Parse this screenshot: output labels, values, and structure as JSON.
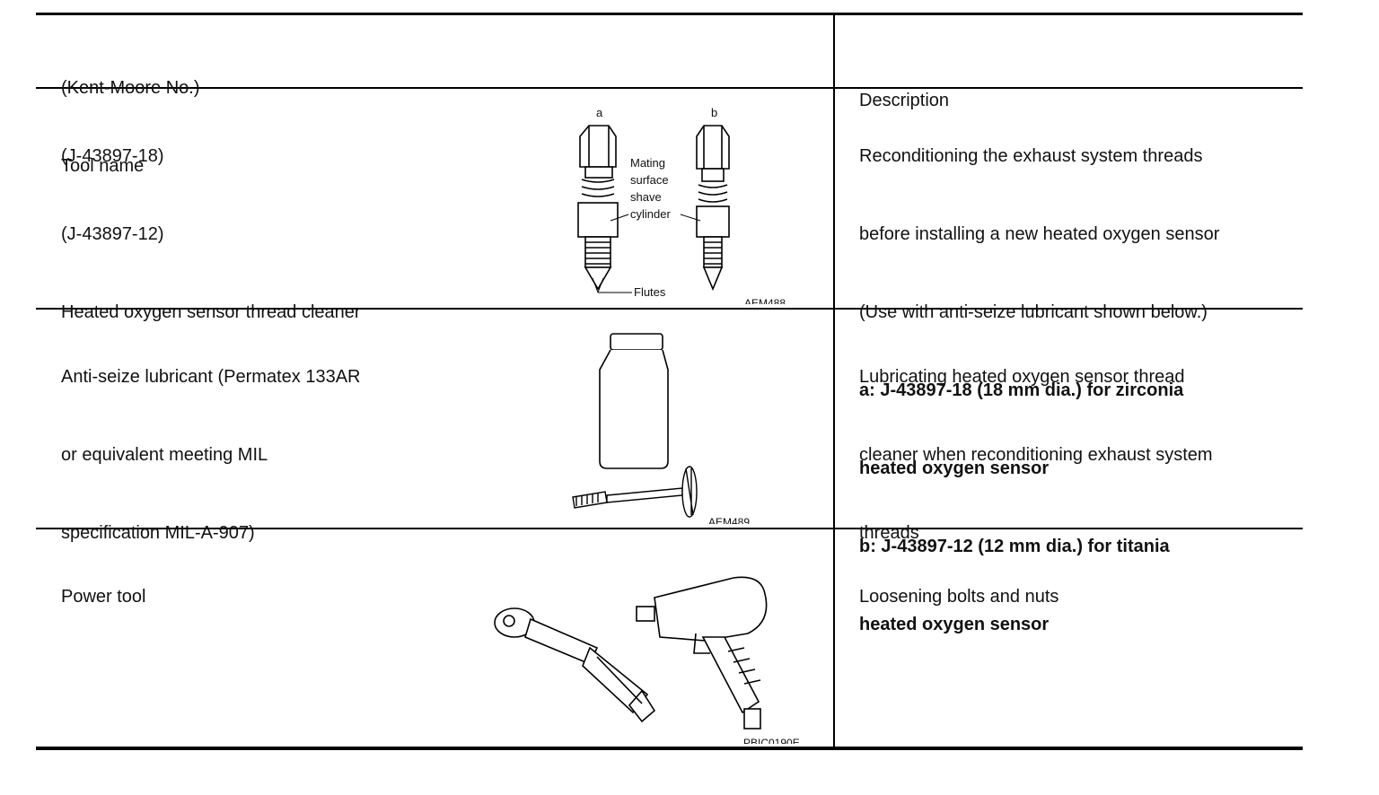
{
  "header": {
    "tool_line1": "(Kent-Moore No.)",
    "tool_line2": "Tool name",
    "description": "Description"
  },
  "rows": [
    {
      "tool_lines": [
        "(J-43897-18)",
        "(J-43897-12)",
        "Heated oxygen sensor thread cleaner"
      ],
      "figure": {
        "label_a": "a",
        "label_b": "b",
        "callout_lines": [
          "Mating",
          "surface",
          "shave",
          "cylinder"
        ],
        "flutes_label": "Flutes",
        "code": "AEM488"
      },
      "description_lines": [
        "Reconditioning the exhaust system threads",
        "before installing a new heated oxygen sensor",
        "(Use with anti-seize lubricant shown below.)"
      ],
      "description_bold_lines": [
        "a: J-43897-18 (18 mm dia.) for zirconia",
        "heated oxygen sensor",
        "b: J-43897-12 (12 mm dia.) for titania",
        "heated oxygen sensor"
      ]
    },
    {
      "tool_lines": [
        "Anti-seize lubricant (Permatex 133AR",
        "or equivalent meeting MIL",
        "specification MIL-A-907)"
      ],
      "figure": {
        "code": "AEM489"
      },
      "description_lines": [
        "Lubricating heated oxygen sensor thread",
        "cleaner when reconditioning exhaust system",
        "threads"
      ]
    },
    {
      "tool_lines": [
        "Power tool"
      ],
      "figure": {
        "code": "PBIC0190E"
      },
      "description_lines": [
        "Loosening bolts and nuts"
      ]
    }
  ]
}
